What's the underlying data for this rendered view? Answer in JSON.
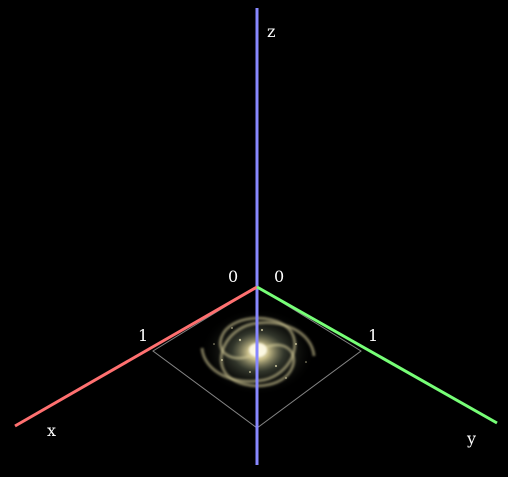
{
  "axes": {
    "x": {
      "label": "x",
      "color": "#ff7070"
    },
    "y": {
      "label": "y",
      "color": "#77ff77"
    },
    "z": {
      "label": "z",
      "color": "#8888ff"
    }
  },
  "ticks": {
    "origin_left": "0",
    "origin_right": "0",
    "x_one": "1",
    "y_one": "1"
  },
  "plane": {
    "outline_color": "#bbbbbb",
    "texture": "spiral-galaxy"
  }
}
